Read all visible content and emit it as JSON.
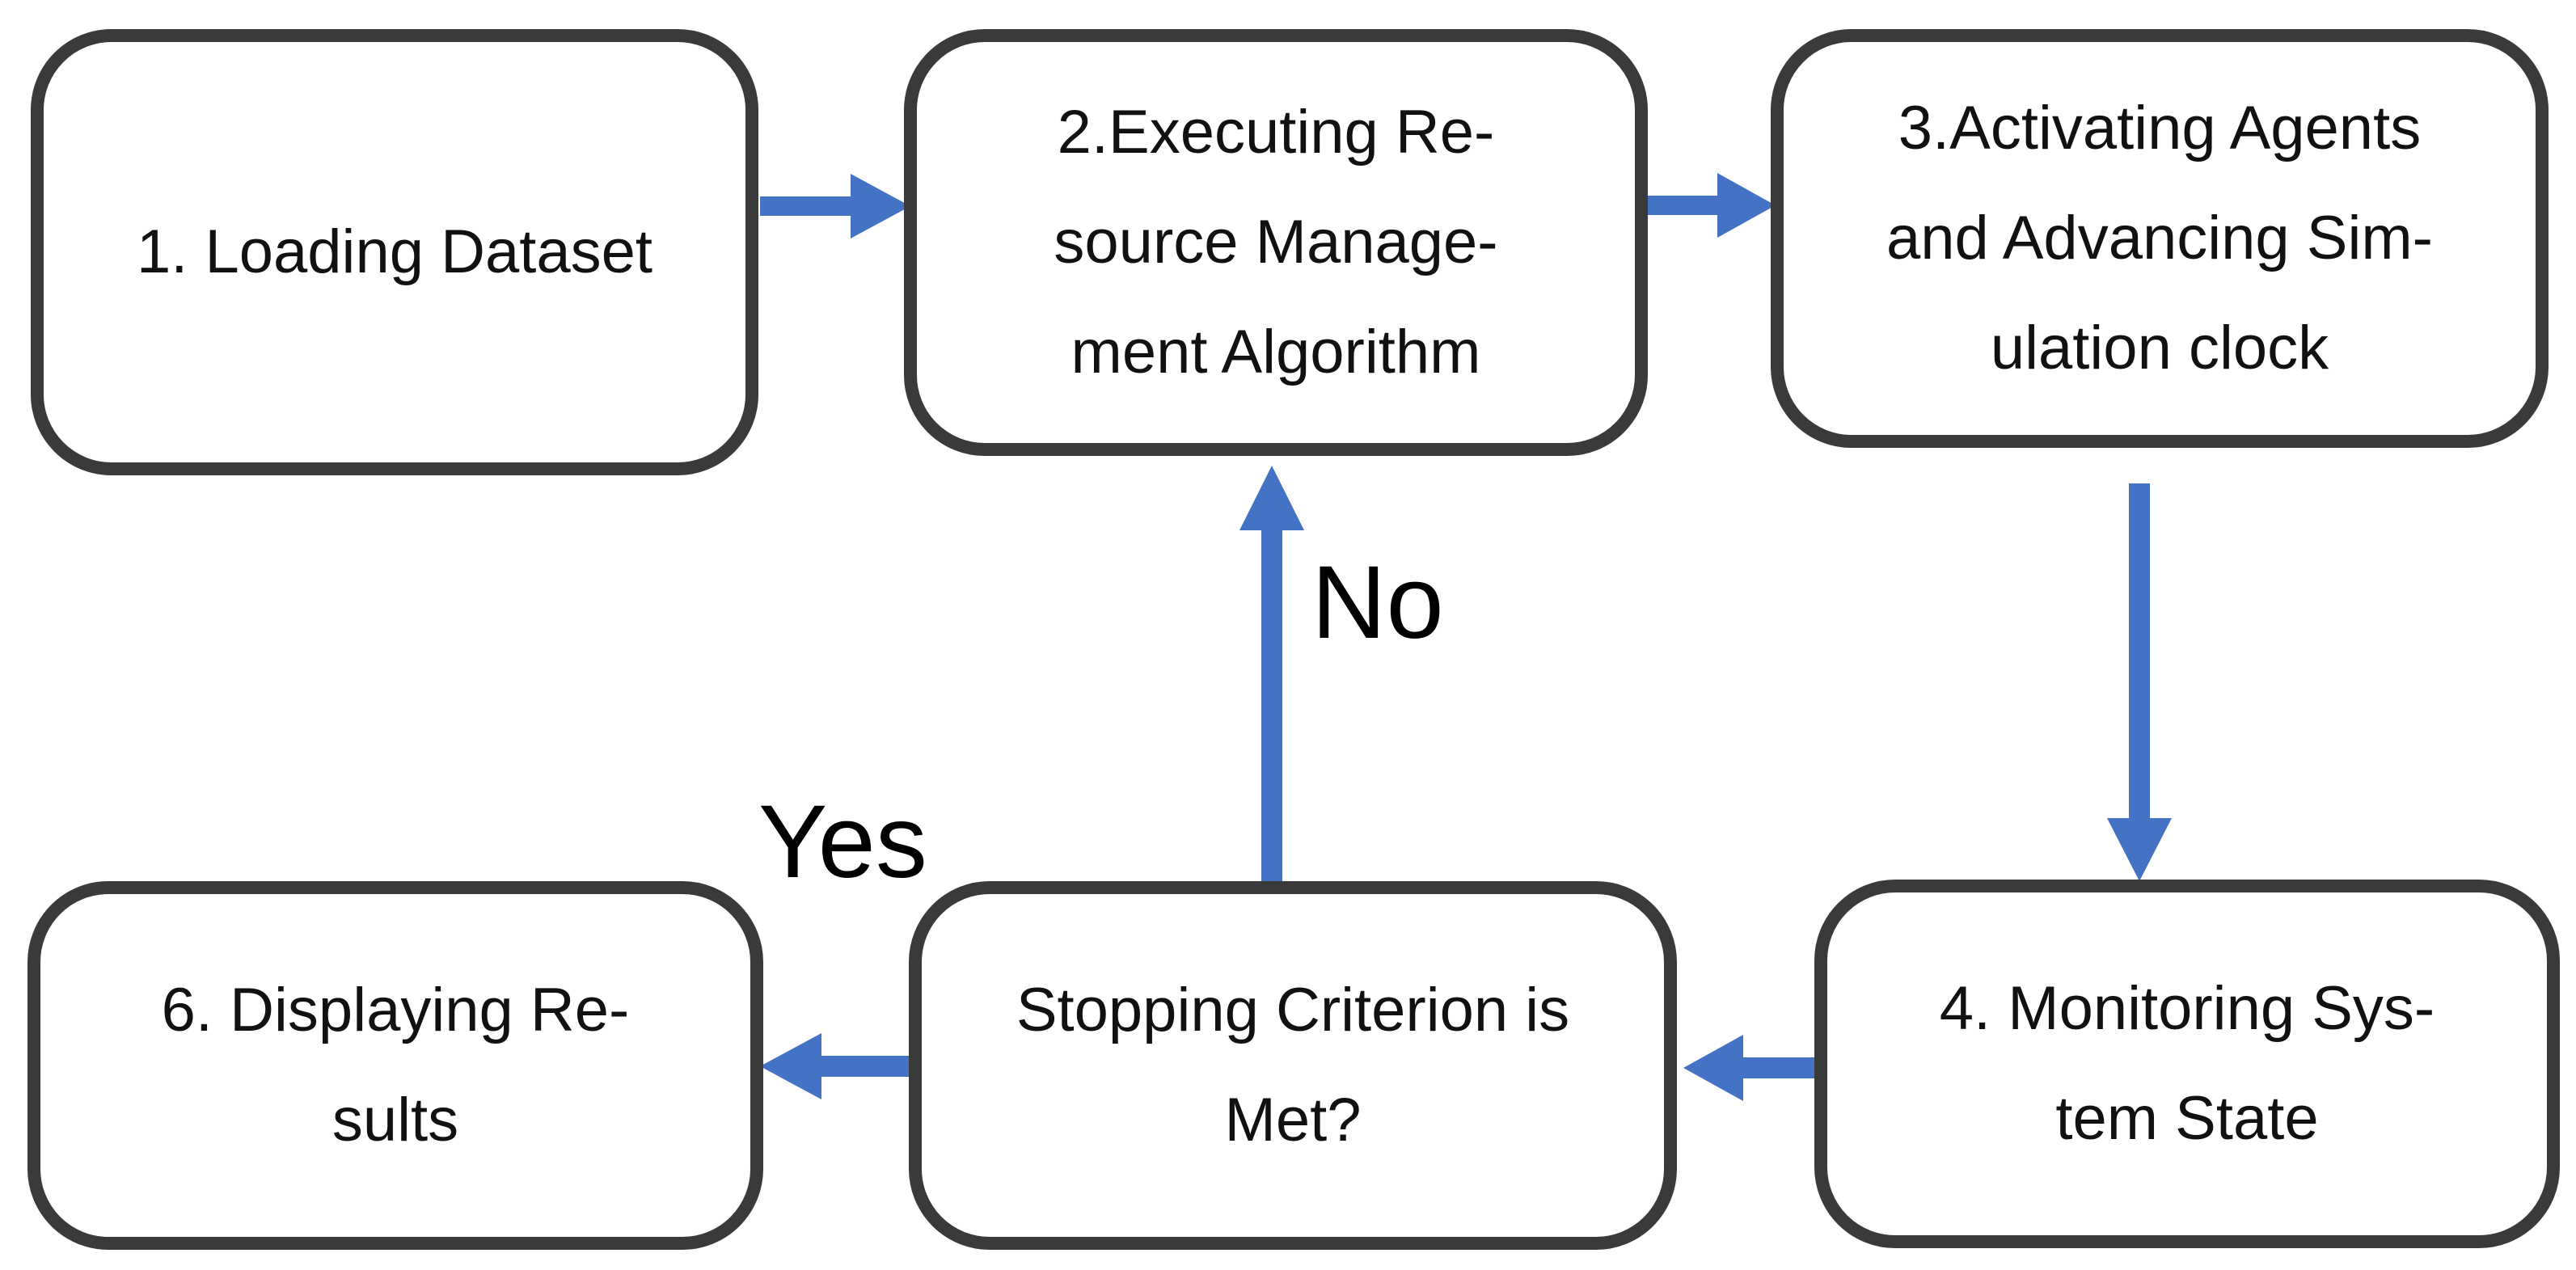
{
  "steps": {
    "s1": "1. Loading Dataset",
    "s2": "2.Executing Re-\nsource Manage-\nment Algorithm",
    "s3": "3.Activating Agents\nand Advancing Sim-\nulation clock",
    "s4": "4. Monitoring Sys-\ntem State",
    "s5": "Stopping Criterion is\nMet?",
    "s6": "6. Displaying Re-\nsults"
  },
  "labels": {
    "no": "No",
    "yes": "Yes"
  },
  "colors": {
    "arrow": "#4472C4",
    "box_border": "#3a3a3a"
  }
}
